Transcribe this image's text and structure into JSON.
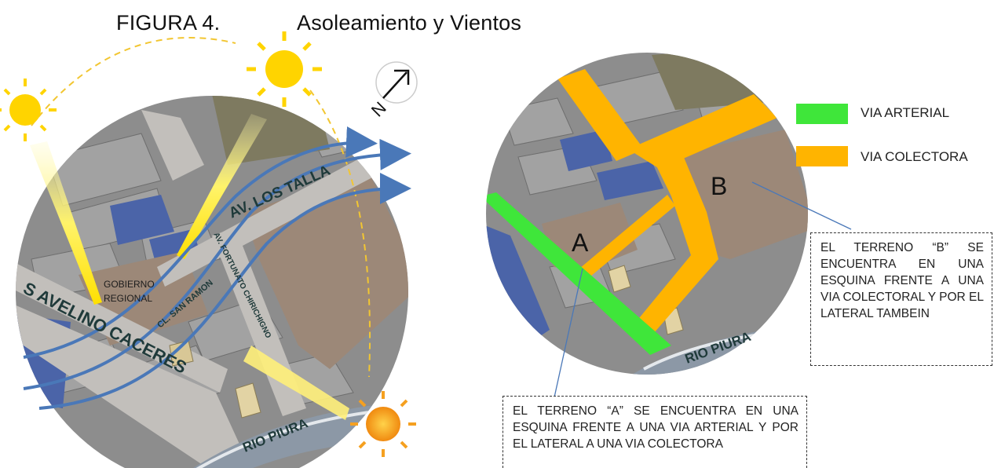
{
  "figure": {
    "number_label": "FIGURA 4.",
    "title": "Asoleamiento y Vientos"
  },
  "left_map": {
    "street_labels": {
      "av_los_tallanes": "AV. LOS TALLA",
      "av_fortunato": "AV. FORTUNATO CHIRICHIGNO",
      "avelino_caceres": "S AVELINO CACERES",
      "cl_san_ramon": "CL. SAN RAMON",
      "rio_piura": "RIO PIURA"
    },
    "building_label_line1": "GOBIERNO",
    "building_label_line2": "REGIONAL",
    "north_label": "N"
  },
  "right_map": {
    "lot_a": "A",
    "lot_b": "B",
    "rio_piura": "RIO PIURA"
  },
  "legend": [
    {
      "label": "VIA ARTERIAL",
      "color": "#3fe63a"
    },
    {
      "label": "VIA COLECTORA",
      "color": "#ffb400"
    }
  ],
  "callouts": {
    "terreno_b": "EL TERRENO “B” SE ENCUENTRA EN UNA ESQUINA FRENTE A UNA VIA COLECTORAL Y POR EL LATERAL TAMBEIN",
    "terreno_a": "EL TERRENO “A” SE ENCUENTRA EN UNA ESQUINA FRENTE A UNA VIA ARTERIAL Y POR EL LATERAL A UNA VIA COLECTORA"
  },
  "colors": {
    "wind_arrow": "#4a78b8",
    "sun": "#ffd400",
    "sun_ray": "#fff07a",
    "block_grey": "#8d8d8d",
    "lot_brown": "#9c8878",
    "blue_block": "#4b64a8",
    "street_grey": "#c2bfbb"
  }
}
